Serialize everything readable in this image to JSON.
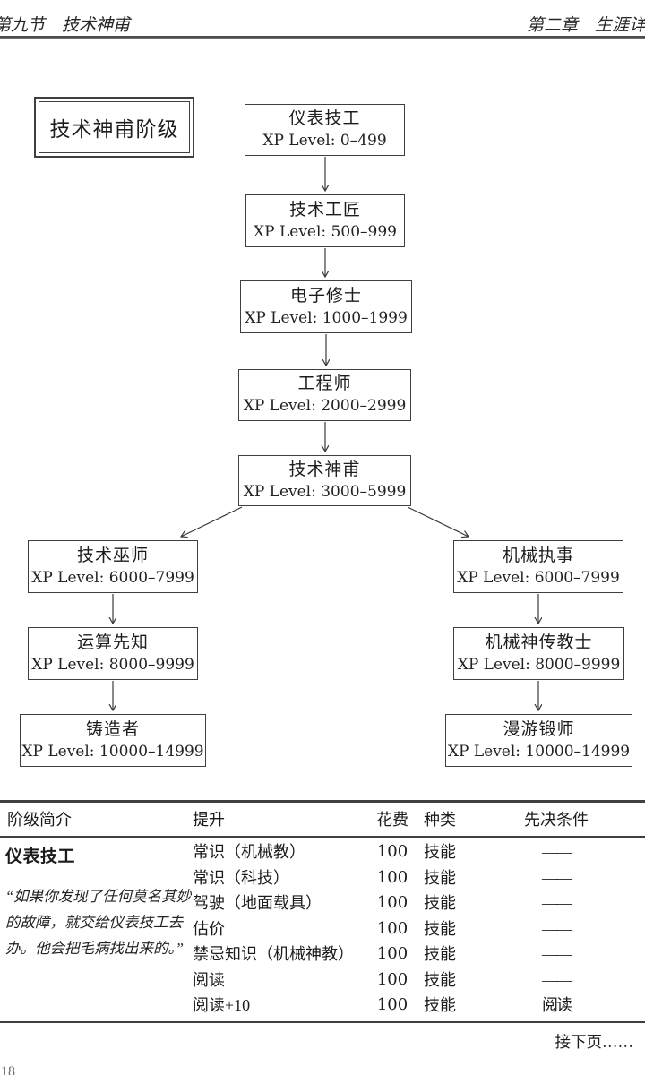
{
  "page": {
    "header_left": "第九节　技术神甫",
    "header_right": "第二章　生涯详述",
    "footer_next": "接下页……",
    "page_fragment": "18"
  },
  "flow": {
    "legend_title": "技术神甫阶级",
    "boxes": [
      {
        "name": "仪表技工",
        "xp": "XP Level: 0–499"
      },
      {
        "name": "技术工匠",
        "xp": "XP Level: 500–999"
      },
      {
        "name": "电子修士",
        "xp": "XP Level: 1000–1999"
      },
      {
        "name": "工程师",
        "xp": "XP Level: 2000–2999"
      },
      {
        "name": "技术神甫",
        "xp": "XP Level: 3000–5999"
      },
      {
        "name": "技术巫师",
        "xp": "XP Level: 6000–7999"
      },
      {
        "name": "机械执事",
        "xp": "XP Level: 6000–7999"
      },
      {
        "name": "运算先知",
        "xp": "XP Level: 8000–9999"
      },
      {
        "name": "机械神传教士",
        "xp": "XP Level: 8000–9999"
      },
      {
        "name": "铸造者",
        "xp": "XP Level: 10000–14999"
      },
      {
        "name": "漫游锻师",
        "xp": "XP Level: 10000–14999"
      }
    ]
  },
  "table": {
    "headers": {
      "intro": "阶级简介",
      "upgrade": "提升",
      "cost": "花费",
      "type": "种类",
      "prereq": "先决条件"
    },
    "intro": {
      "rank_name": "仪表技工",
      "quote": "“如果你发现了任何莫名其妙的故障，就交给仪表技工去办。他会把毛病找出来的。”"
    },
    "rows": [
      {
        "upgrade": "常识（机械教）",
        "cost": "100",
        "type": "技能",
        "prereq": "——"
      },
      {
        "upgrade": "常识（科技）",
        "cost": "100",
        "type": "技能",
        "prereq": "——"
      },
      {
        "upgrade": "驾驶（地面载具）",
        "cost": "100",
        "type": "技能",
        "prereq": "——"
      },
      {
        "upgrade": "估价",
        "cost": "100",
        "type": "技能",
        "prereq": "——"
      },
      {
        "upgrade": "禁忌知识（机械神教）",
        "cost": "100",
        "type": "技能",
        "prereq": "——"
      },
      {
        "upgrade": "阅读",
        "cost": "100",
        "type": "技能",
        "prereq": "——"
      },
      {
        "upgrade": "阅读+10",
        "cost": "100",
        "type": "技能",
        "prereq": "阅读"
      }
    ]
  }
}
